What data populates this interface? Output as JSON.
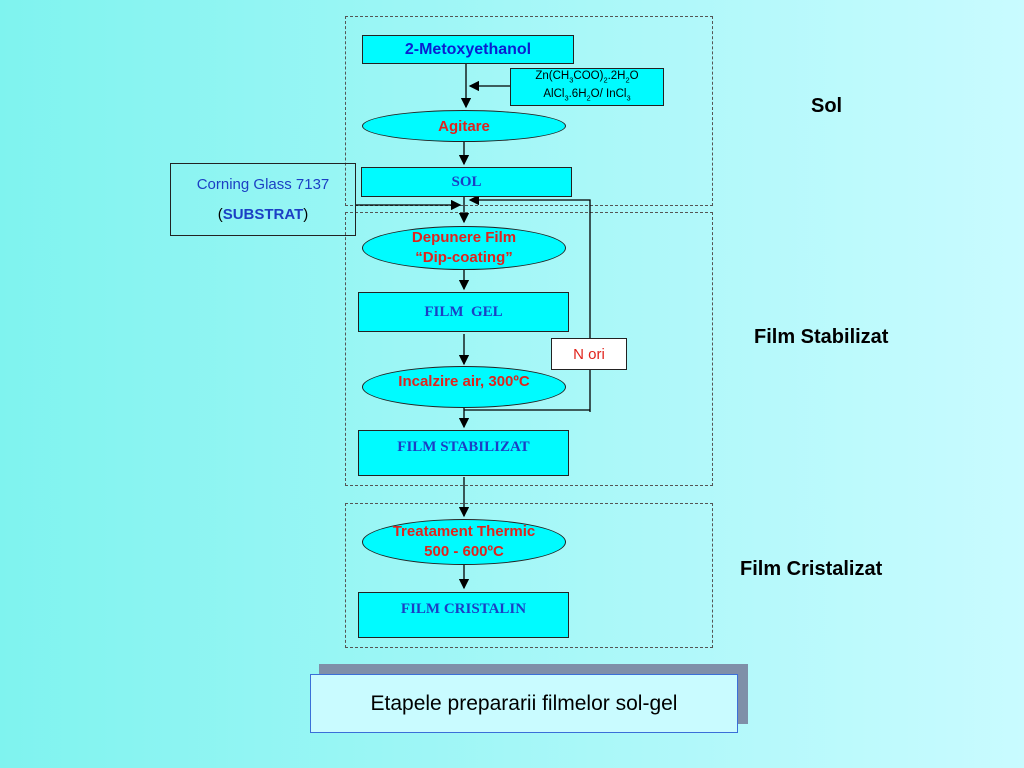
{
  "title": "Etapele prepararii filmelor sol-gel",
  "nodes": {
    "metoxy": "2-Metoxyethanol",
    "salts_line1_parts": [
      "Zn(CH",
      "3",
      "COO)",
      "2",
      ".2H",
      "2",
      "O"
    ],
    "salts_line2_parts": [
      "AlCl",
      "3",
      ".6H",
      "2",
      "O/ InCl",
      "3"
    ],
    "agitare": "Agitare",
    "sol": "SOL",
    "substrate_line1": "Corning Glass 7137",
    "substrate_open": "(",
    "substrate_bold": "SUBSTRAT",
    "substrate_close": ")",
    "depunere_line1": "Depunere Film",
    "depunere_line2": "“Dip-coating”",
    "film_gel": "FILM  GEL",
    "n_ori": "N ori",
    "incalzire": "Incalzire air, 300ºC",
    "film_stabilizat": "FILM STABILIZAT",
    "tratament_line1": "Treatament Thermic",
    "tratament_line2": "500 - 600ºC",
    "film_cristalin": "FILM CRISTALIN"
  },
  "stages": {
    "sol": "Sol",
    "film_stabilizat": "Film Stabilizat",
    "film_cristalizat": "Film Cristalizat"
  },
  "colors": {
    "box_fill": "#00fbff",
    "ellipse_text": "#e0231c",
    "serif_text": "#1b3fc4",
    "metoxy_text": "#0a1fd0"
  }
}
